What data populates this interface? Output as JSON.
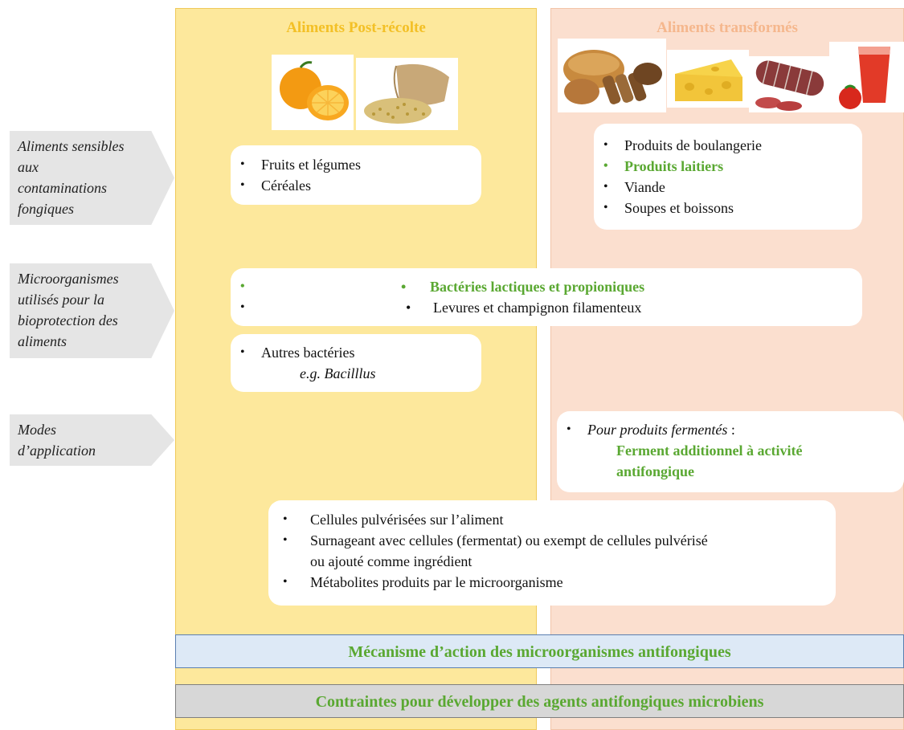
{
  "columns": {
    "left_title": "Aliments Post-récolte",
    "right_title": "Aliments transformés"
  },
  "rows": {
    "sensitive": [
      "Aliments sensibles",
      "aux",
      "contaminations",
      "fongiques"
    ],
    "microorganisms": [
      "Microorganismes",
      "utilisés pour la",
      "bioprotection des",
      "aliments"
    ],
    "modes": [
      "Modes",
      "d’application"
    ]
  },
  "boxes": {
    "postharvest_foods": [
      "Fruits et légumes",
      "Céréales"
    ],
    "processed_foods": [
      "Produits de boulangerie",
      "Produits laitiers",
      "Viande",
      "Soupes et boissons"
    ],
    "shared_micro": [
      "Bactéries lactiques et propioniques",
      "Levures et champignon filamenteux"
    ],
    "other_bacteria": {
      "item": "Autres bactéries",
      "example": "e.g. Bacilllus"
    },
    "fermented": {
      "lead": "Pour produits fermentés",
      "suffix": " :",
      "line1": "Ferment additionnel à activité",
      "line2": "antifongique"
    },
    "application": [
      "Cellules pulvérisées sur l’aliment",
      "Surnageant  avec cellules (fermentat) ou exempt de cellules pulvérisé",
      "ou ajouté comme ingrédient",
      "Métabolites produits par le microorganisme"
    ]
  },
  "bars": {
    "mechanism": "Mécanisme d’action des microorganismes antifongiques",
    "constraints": "Contraintes pour développer des agents antifongiques microbiens"
  },
  "pictures": [
    "orange-icon",
    "grain-sack-icon",
    "bread-icon",
    "cheese-icon",
    "sausage-icon",
    "tomato-juice-icon"
  ],
  "colors": {
    "left_panel": "#fde89c",
    "right_panel": "#fbdfcf",
    "highlight_green": "#5aa832",
    "mechanism_bar": "#dde9f6",
    "constraints_bar": "#d7d7d7"
  }
}
